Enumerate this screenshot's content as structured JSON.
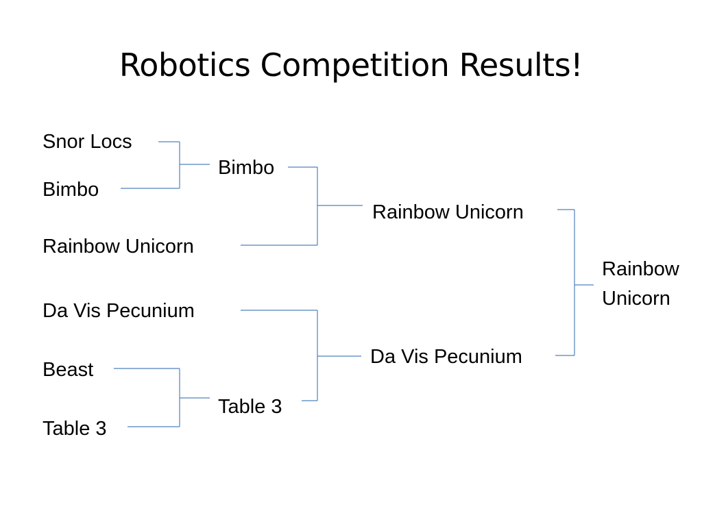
{
  "title": "Robotics Competition Results!",
  "line_color": "#4f81bd",
  "round1": {
    "snor_locs": "Snor Locs",
    "bimbo": "Bimbo",
    "rainbow_unicorn": "Rainbow  Unicorn",
    "da_vis_pecunium": "Da Vis Pecunium",
    "beast": "Beast",
    "table_3": "Table 3"
  },
  "round2": {
    "bimbo": "Bimbo",
    "table_3": "Table 3"
  },
  "semifinal": {
    "rainbow_unicorn": "Rainbow Unicorn",
    "da_vis_pecunium": "Da Vis Pecunium"
  },
  "champion": {
    "line1": "Rainbow",
    "line2": "Unicorn"
  }
}
